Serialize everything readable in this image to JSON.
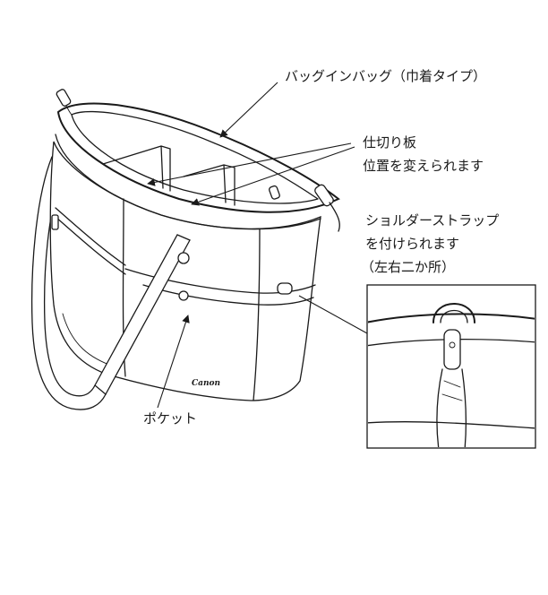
{
  "labels": {
    "bag_in_bag": "バッグインバッグ（巾着タイプ）",
    "divider_line1": "仕切り板",
    "divider_line2": "位置を変えられます",
    "strap_line1": "ショルダーストラップ",
    "strap_line2": "を付けられます",
    "strap_line3": "（左右二か所）",
    "pocket": "ポケット",
    "brand": "Canon"
  }
}
